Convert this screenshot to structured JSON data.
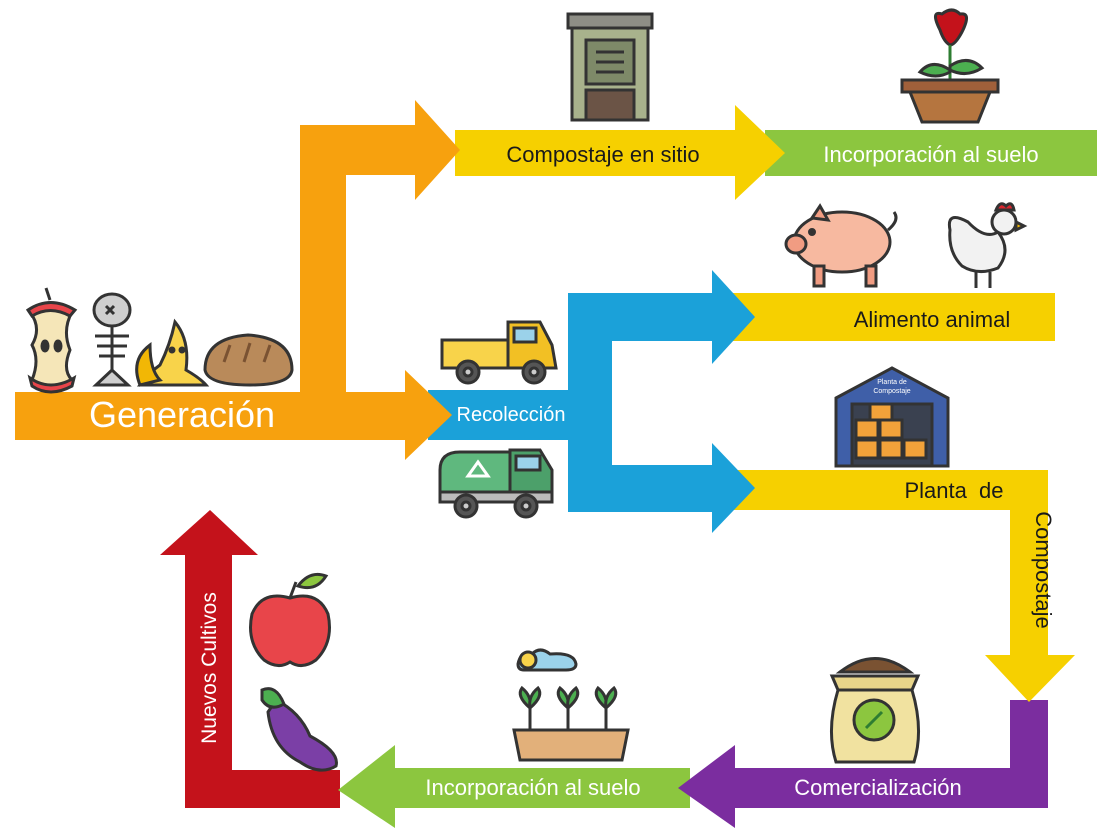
{
  "colors": {
    "orange": "#F7A10E",
    "yellow": "#F6D000",
    "green": "#8CC63F",
    "blue": "#1BA1D9",
    "purple": "#7B2D9F",
    "red": "#C4121B"
  },
  "labels": {
    "generation": "Generación",
    "compost_onsite": "Compostaje en sitio",
    "soil_top": "Incorporación al suelo",
    "collection": "Recolección",
    "animal_feed": "Alimento animal",
    "plant_line1": "Planta  de",
    "plant_line2": "Compostaje",
    "commercialization": "Comercialización",
    "soil_bottom": "Incorporación al suelo",
    "new_crops": "Nuevos Cultivos",
    "plant_sign": "Planta de Compostaje"
  },
  "icons": [
    "apple-core-icon",
    "fish-bone-icon",
    "banana-peel-icon",
    "bread-icon",
    "compost-bin-icon",
    "flower-pot-icon",
    "pickup-truck-icon",
    "garbage-truck-icon",
    "pig-icon",
    "rooster-icon",
    "warehouse-icon",
    "compost-bag-icon",
    "seedlings-icon",
    "apple-icon",
    "eggplant-icon"
  ]
}
